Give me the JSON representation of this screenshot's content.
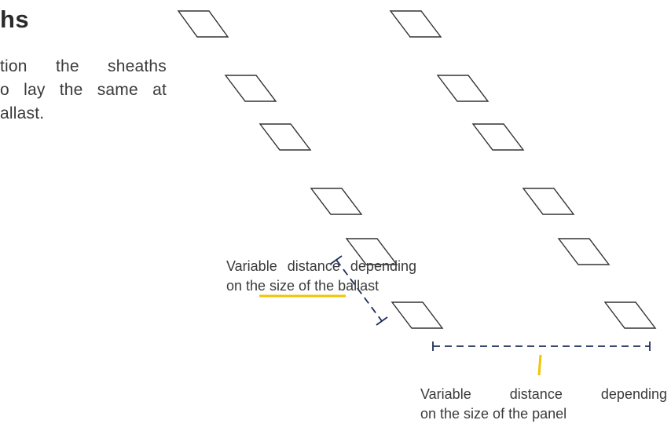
{
  "heading": "hs",
  "intro": {
    "line1": "tion the sheaths",
    "line2": "o lay the same at",
    "line3": "allast."
  },
  "annotations": {
    "ballast": {
      "line1": "Variable distance depending",
      "line2": "on the size of the ballast"
    },
    "panel": {
      "line1": "Variable distance depending",
      "line2": "on the size of the panel"
    }
  },
  "colors": {
    "outline": "#333333",
    "dimension": "#1e2f5c",
    "leader": "#f2c500"
  }
}
